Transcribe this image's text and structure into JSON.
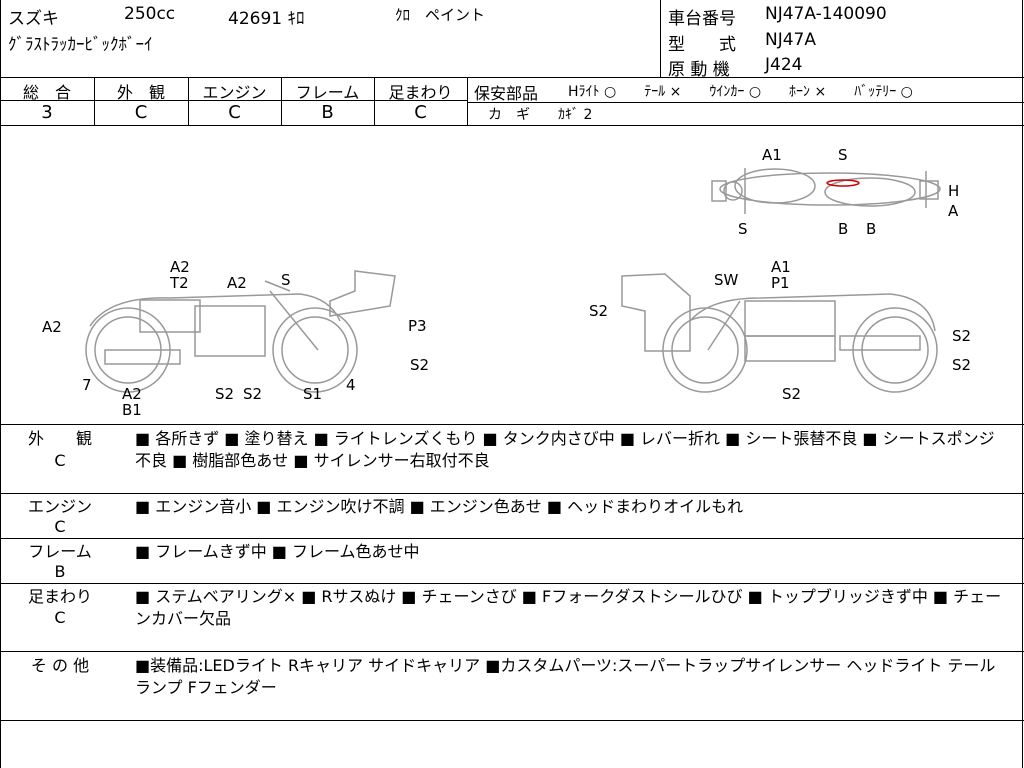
{
  "header": {
    "maker": "スズキ",
    "cc": "250cc",
    "mileage": "42691 ｷﾛ",
    "color": "ｸﾛ　ペイント",
    "model_name": "ｸﾞﾗｽﾄﾗｯｶｰﾋﾞｯｸﾎﾞｰｲ",
    "frame_no_label": "車台番号",
    "frame_no": "NJ47A-140090",
    "type_label": "型　　式",
    "type": "NJ47A",
    "engine_label": "原 動 機",
    "engine": "J424"
  },
  "grades": {
    "headers": [
      "総　合",
      "外　観",
      "エンジン",
      "フレーム",
      "足まわり"
    ],
    "values": [
      "3",
      "C",
      "C",
      "B",
      "C"
    ]
  },
  "safety": {
    "label": "保安部品",
    "row1": "Hﾗｲﾄ ○　　ﾃｰﾙ ×　　ｳｲﾝｶｰ ○　　ﾎｰﾝ ×　　ﾊﾞｯﾃﾘｰ ○",
    "row2": "カ　ギ　　ｶｷﾞ 2"
  },
  "diagram": {
    "top_labels": [
      "A1",
      "S",
      "H",
      "A",
      "S",
      "B",
      "B"
    ],
    "left_labels": [
      "A2",
      "T2",
      "A2",
      "S",
      "A2",
      "P3",
      "S2",
      "7",
      "A2",
      "B1",
      "S2",
      "S2",
      "S1",
      "4"
    ],
    "right_labels": [
      "SW",
      "A1",
      "P1",
      "S2",
      "S2",
      "S2",
      "S2"
    ]
  },
  "sections": [
    {
      "label": "外　　観",
      "grade": "C",
      "text": "■ 各所きず ■ 塗り替え ■ ライトレンズくもり ■ タンク内さび中 ■ レバー折れ ■ シート張替不良 ■ シートスポンジ不良 ■ 樹脂部色あせ ■ サイレンサー右取付不良"
    },
    {
      "label": "エンジン",
      "grade": "C",
      "text": "■ エンジン音小 ■ エンジン吹け不調 ■ エンジン色あせ ■ ヘッドまわりオイルもれ"
    },
    {
      "label": "フレーム",
      "grade": "B",
      "text": "■ フレームきず中 ■ フレーム色あせ中"
    },
    {
      "label": "足まわり",
      "grade": "C",
      "text": "■ ステムベアリング× ■ Rサスぬけ ■ チェーンさび ■ Fフォークダストシールひび ■ トップブリッジきず中 ■ チェーンカバー欠品"
    },
    {
      "label": "そ の 他",
      "grade": "",
      "text": "■装備品:LEDライト Rキャリア サイドキャリア ■カスタムパーツ:スーパートラップサイレンサー ヘッドライト テールランプ Fフェンダー"
    }
  ]
}
